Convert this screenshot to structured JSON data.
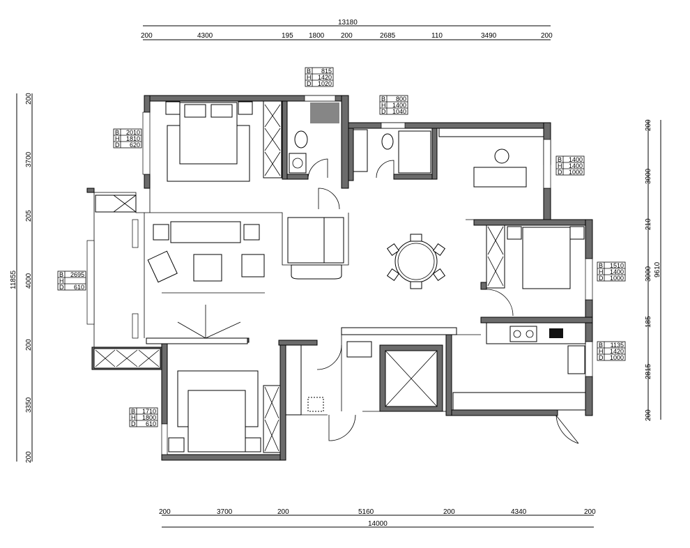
{
  "top_dims": {
    "total": "13180",
    "segments": [
      "200",
      "4300",
      "195",
      "1800",
      "200",
      "2685",
      "110",
      "3490",
      "200"
    ]
  },
  "left_dims": {
    "total": "11855",
    "segments": [
      "200",
      "3700",
      "205",
      "4000",
      "200",
      "3350",
      "200"
    ]
  },
  "right_dims": {
    "total": "9610",
    "segments": [
      "200",
      "3000",
      "210",
      "3000",
      "185",
      "2815",
      "200"
    ]
  },
  "bottom_dims": {
    "total": "14000",
    "segments": [
      "200",
      "3700",
      "200",
      "5160",
      "200",
      "4340",
      "200"
    ]
  },
  "window_tags": [
    {
      "B": "815",
      "H": "1420",
      "D": "1020"
    },
    {
      "B": "800",
      "H": "1400",
      "D": "1040"
    },
    {
      "B": "2010",
      "H": "1810",
      "D": "620"
    },
    {
      "B": "2695",
      "H": "",
      "D": "610"
    },
    {
      "B": "1400",
      "H": "1400",
      "D": "1000"
    },
    {
      "B": "1510",
      "H": "1400",
      "D": "1000"
    },
    {
      "B": "1135",
      "H": "1420",
      "D": "1000"
    },
    {
      "B": "1710",
      "H": "1800",
      "D": "610"
    }
  ],
  "tag_keys": {
    "b": "B",
    "h": "H",
    "d": "D"
  }
}
